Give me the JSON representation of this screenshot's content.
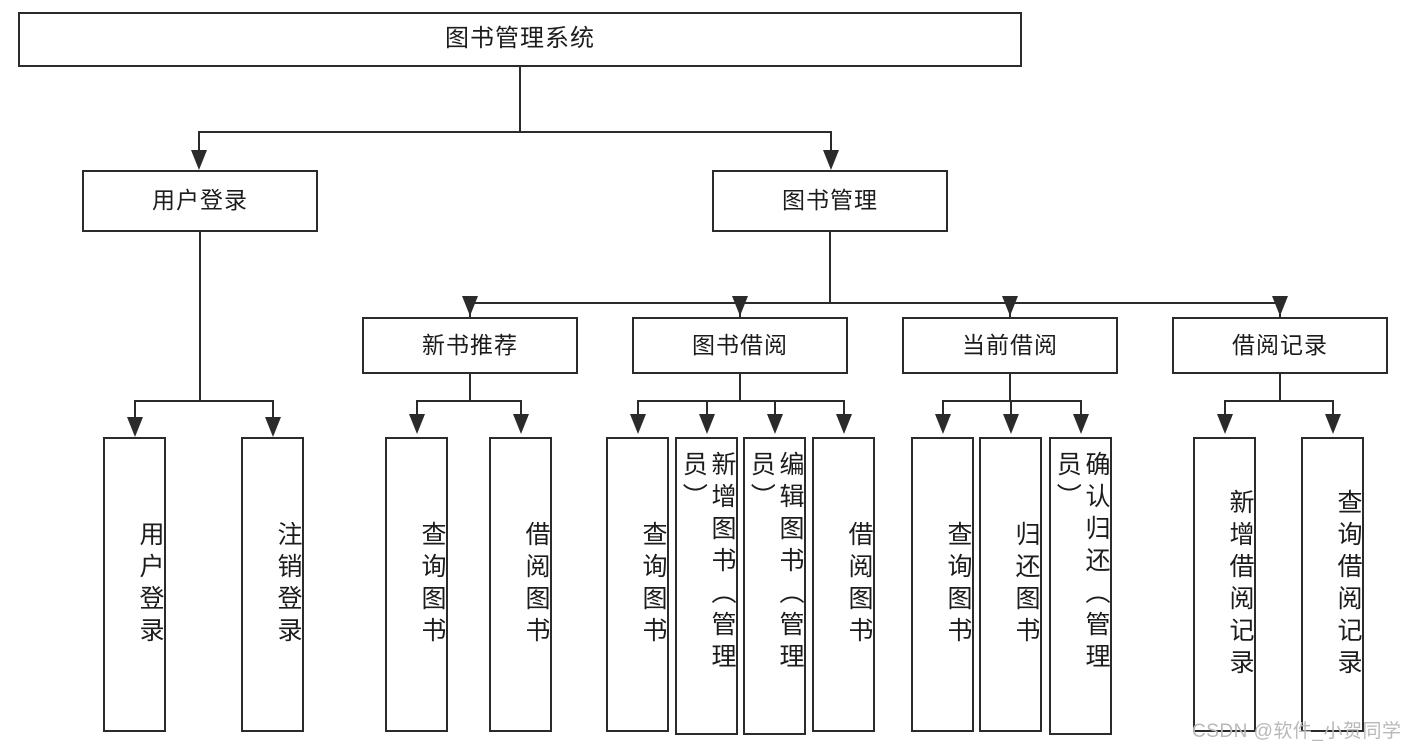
{
  "diagram": {
    "title": "图书管理系统",
    "type": "hierarchy-tree",
    "levels": 4,
    "colors": {
      "stroke": "#2b2b2b",
      "fill": "#ffffff",
      "text": "#1c1c1c",
      "watermark": "#b9b9b9"
    },
    "root": {
      "label": "图书管理系统"
    },
    "level2": [
      {
        "label": "用户登录"
      },
      {
        "label": "图书管理"
      }
    ],
    "level3": [
      {
        "label": "新书推荐"
      },
      {
        "label": "图书借阅"
      },
      {
        "label": "当前借阅"
      },
      {
        "label": "借阅记录"
      }
    ],
    "leaves": {
      "user_login": [
        {
          "label": "用户登录"
        },
        {
          "label": "注销登录"
        }
      ],
      "new_book_recommend": [
        {
          "label": "查询图书"
        },
        {
          "label": "借阅图书"
        }
      ],
      "book_borrow": [
        {
          "label": "查询图书"
        },
        {
          "label": "新增图书（管理员）"
        },
        {
          "label": "编辑图书（管理员）"
        },
        {
          "label": "借阅图书"
        }
      ],
      "current_borrow": [
        {
          "label": "查询图书"
        },
        {
          "label": "归还图书"
        },
        {
          "label": "确认归还（管理员）"
        }
      ],
      "borrow_record": [
        {
          "label": "新增借阅记录"
        },
        {
          "label": "查询借阅记录"
        }
      ]
    }
  },
  "watermark": {
    "text": "CSDN @软件_小贺同学"
  }
}
